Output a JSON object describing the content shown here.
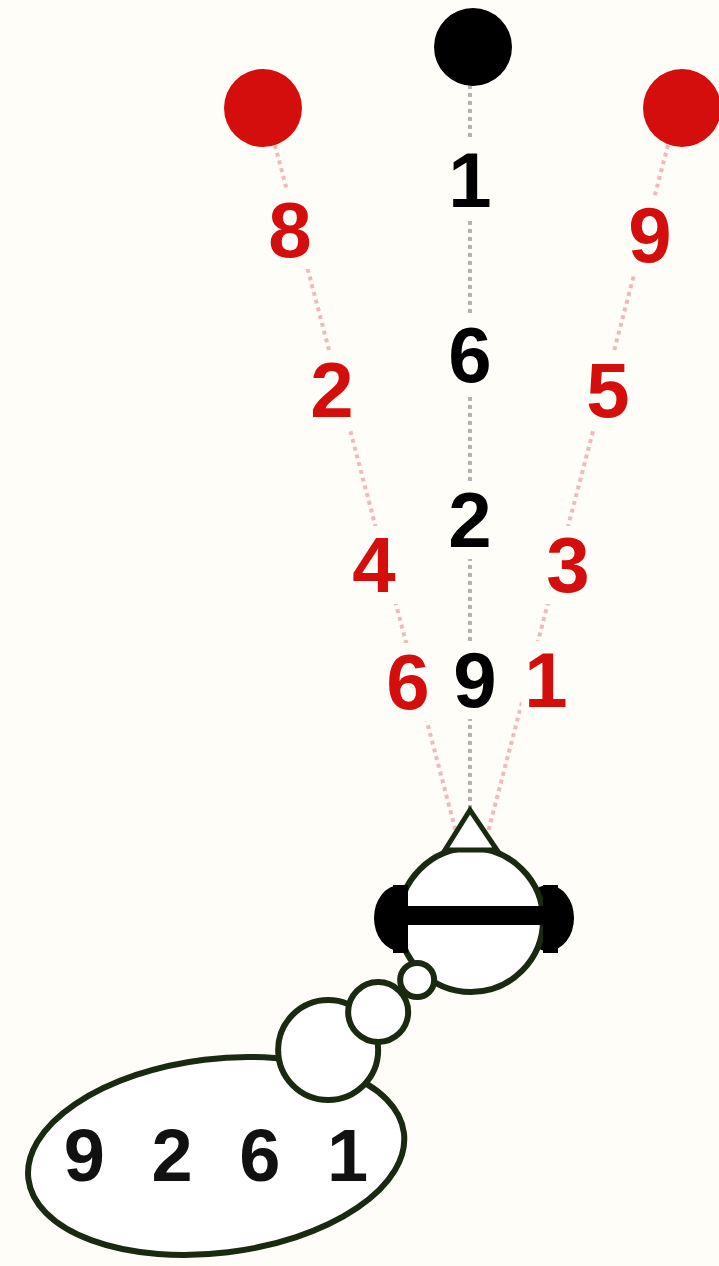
{
  "diagram": {
    "nodes": [
      {
        "text": [
          "9 2 6 1"
        ]
      }
    ],
    "labels": [
      "1",
      "6",
      "2",
      "9",
      "8",
      "2",
      "4",
      "6",
      "9",
      "5",
      "3",
      "1"
    ]
  }
}
